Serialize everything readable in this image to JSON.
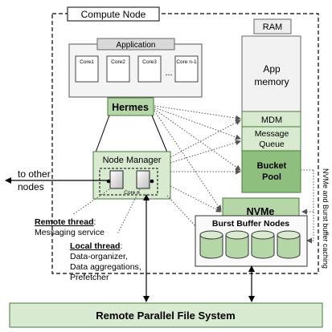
{
  "compute_node_label": "Compute Node",
  "ram_label": "RAM",
  "application_label": "Application",
  "cores": [
    "Core1",
    "Core2",
    "Core3",
    "Core n-1"
  ],
  "core_ellipsis": "...",
  "app_memory_line1": "App",
  "app_memory_line2": "memory",
  "hermes_label": "Hermes",
  "mdm_label": "MDM",
  "message_queue_line1": "Message",
  "message_queue_line2": "Queue",
  "bucket_pool_line1": "Bucket",
  "bucket_pool_line2": "Pool",
  "node_manager_label": "Node Manager",
  "node_core_label": "Core n",
  "to_other_nodes_line1": "to other",
  "to_other_nodes_line2": "nodes",
  "nvme_label": "NVMe",
  "side_caption": "NVMe and Burst buffer caching",
  "burst_buffer_label": "Burst Buffer Nodes",
  "remote_thread_title": "Remote thread",
  "remote_thread_colon": ":",
  "remote_thread_desc": "Messaging service",
  "local_thread_title": "Local thread",
  "local_thread_colon": ":",
  "local_thread_lines": [
    "Data-organizer,",
    "Data aggregations,",
    "Prefetcher"
  ],
  "pfs_label": "Remote Parallel File System",
  "colors": {
    "green_light": "#d8ead0",
    "green_mid": "#b5d6a7",
    "green_dark": "#8fbf7f",
    "gray_light": "#eeeeee",
    "gray_header": "#d9d9d9"
  }
}
